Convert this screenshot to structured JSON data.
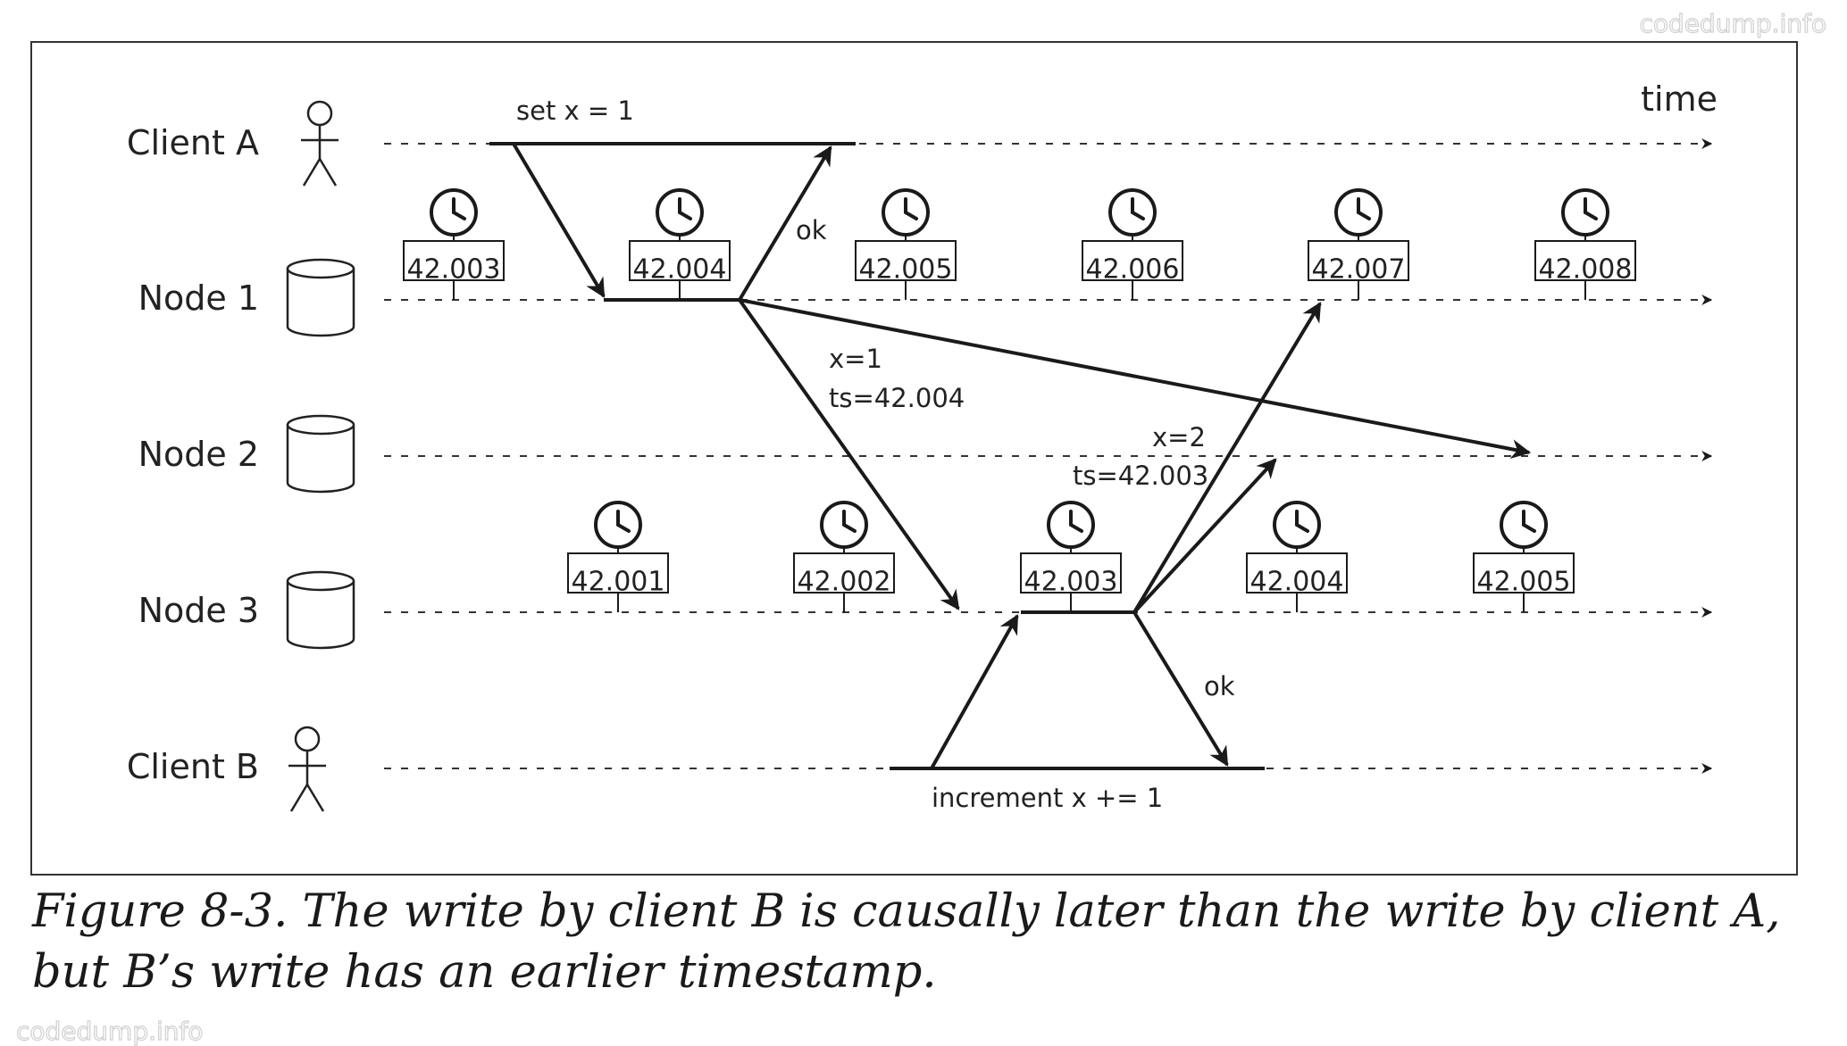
{
  "watermarks": {
    "top": "codedump.info",
    "bottom": "codedump.info"
  },
  "diagram": {
    "time_label": "time",
    "rows": [
      {
        "id": "client-a",
        "label": "Client A",
        "kind": "person"
      },
      {
        "id": "node-1",
        "label": "Node 1",
        "kind": "database"
      },
      {
        "id": "node-2",
        "label": "Node 2",
        "kind": "database"
      },
      {
        "id": "node-3",
        "label": "Node 3",
        "kind": "database"
      },
      {
        "id": "client-b",
        "label": "Client B",
        "kind": "person"
      }
    ],
    "node1_clocks": [
      "42.003",
      "42.004",
      "42.005",
      "42.006",
      "42.007",
      "42.008"
    ],
    "node3_clocks": [
      "42.001",
      "42.002",
      "42.003",
      "42.004",
      "42.005"
    ],
    "messages": {
      "set_x": "set x = 1",
      "ok_a": "ok",
      "x1": "x=1",
      "ts1": "ts=42.004",
      "x2": "x=2",
      "ts2": "ts=42.003",
      "ok_b": "ok",
      "increment": "increment x += 1"
    }
  },
  "caption": "Figure 8-3. The write by client B is causally later than the write by client A, but B’s write has an earlier timestamp."
}
